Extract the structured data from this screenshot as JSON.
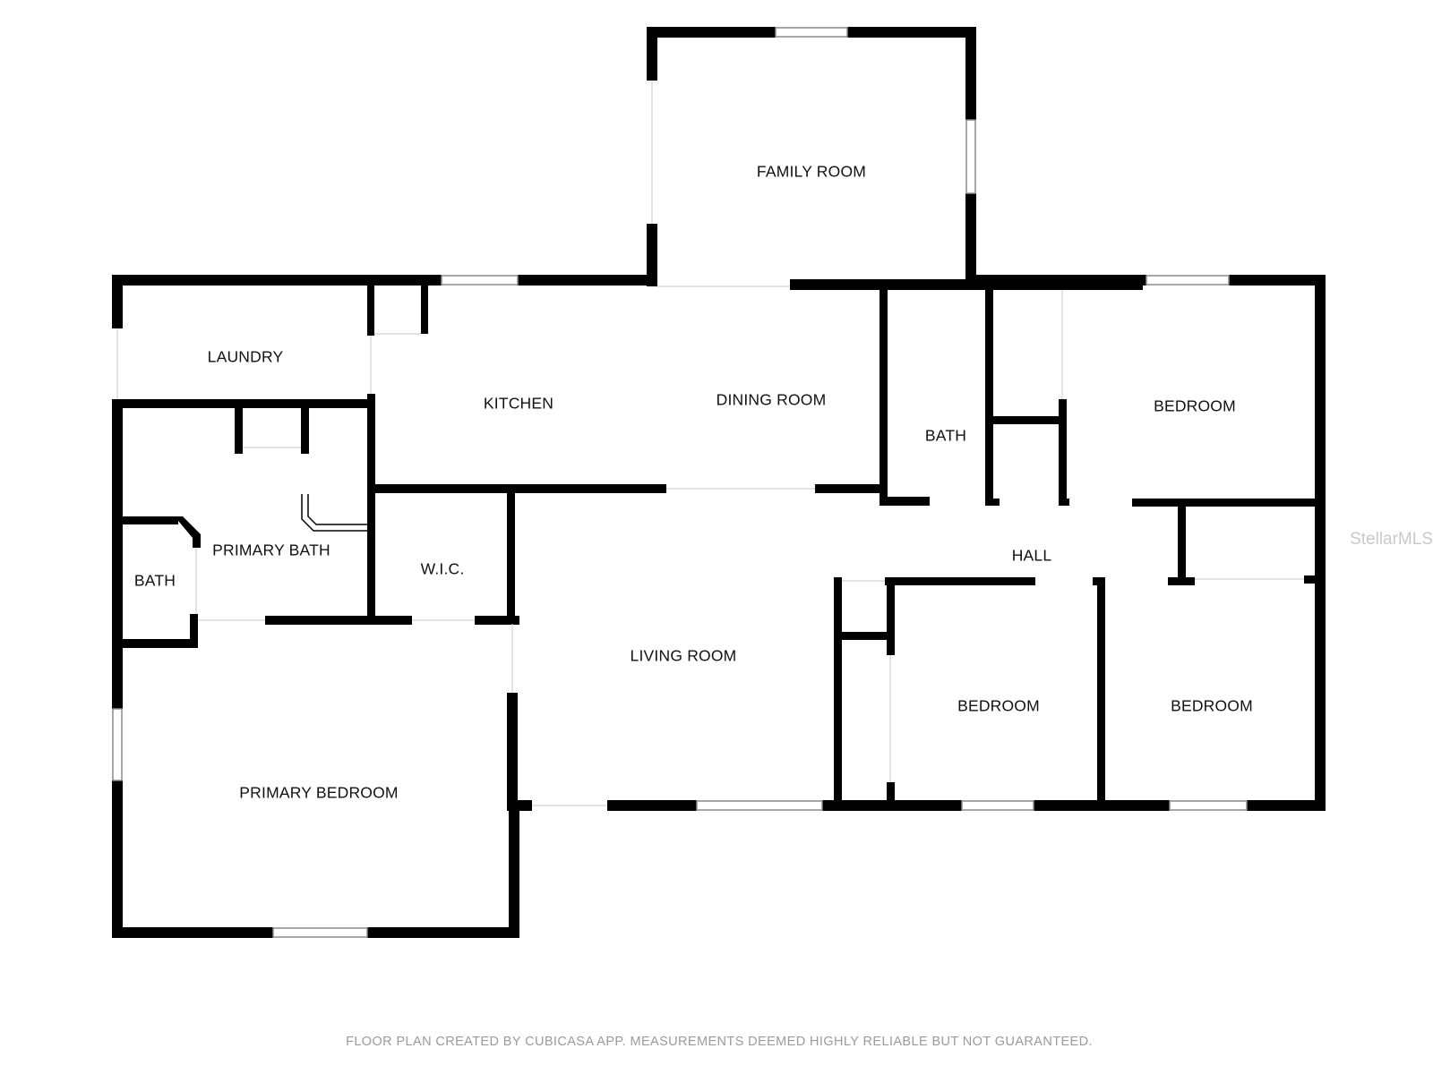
{
  "rooms": {
    "family_room": "FAMILY ROOM",
    "laundry": "LAUNDRY",
    "kitchen": "KITCHEN",
    "dining_room": "DINING ROOM",
    "bath_hall": "BATH",
    "bedroom_ne": "BEDROOM",
    "hall": "HALL",
    "primary_bath": "PRIMARY BATH",
    "bath_small": "BATH",
    "wic": "W.I.C.",
    "living_room": "LIVING ROOM",
    "bedroom_middle": "BEDROOM",
    "bedroom_se": "BEDROOM",
    "primary_bedroom": "PRIMARY BEDROOM"
  },
  "watermark": "StellarMLS",
  "footer": "FLOOR PLAN CREATED BY CUBICASA APP. MEASUREMENTS DEEMED HIGHLY RELIABLE BUT NOT GUARANTEED.",
  "colors": {
    "wall": "#000000",
    "background": "#ffffff",
    "window": "#8a8a8a",
    "footer_text": "#9b9b9b"
  }
}
